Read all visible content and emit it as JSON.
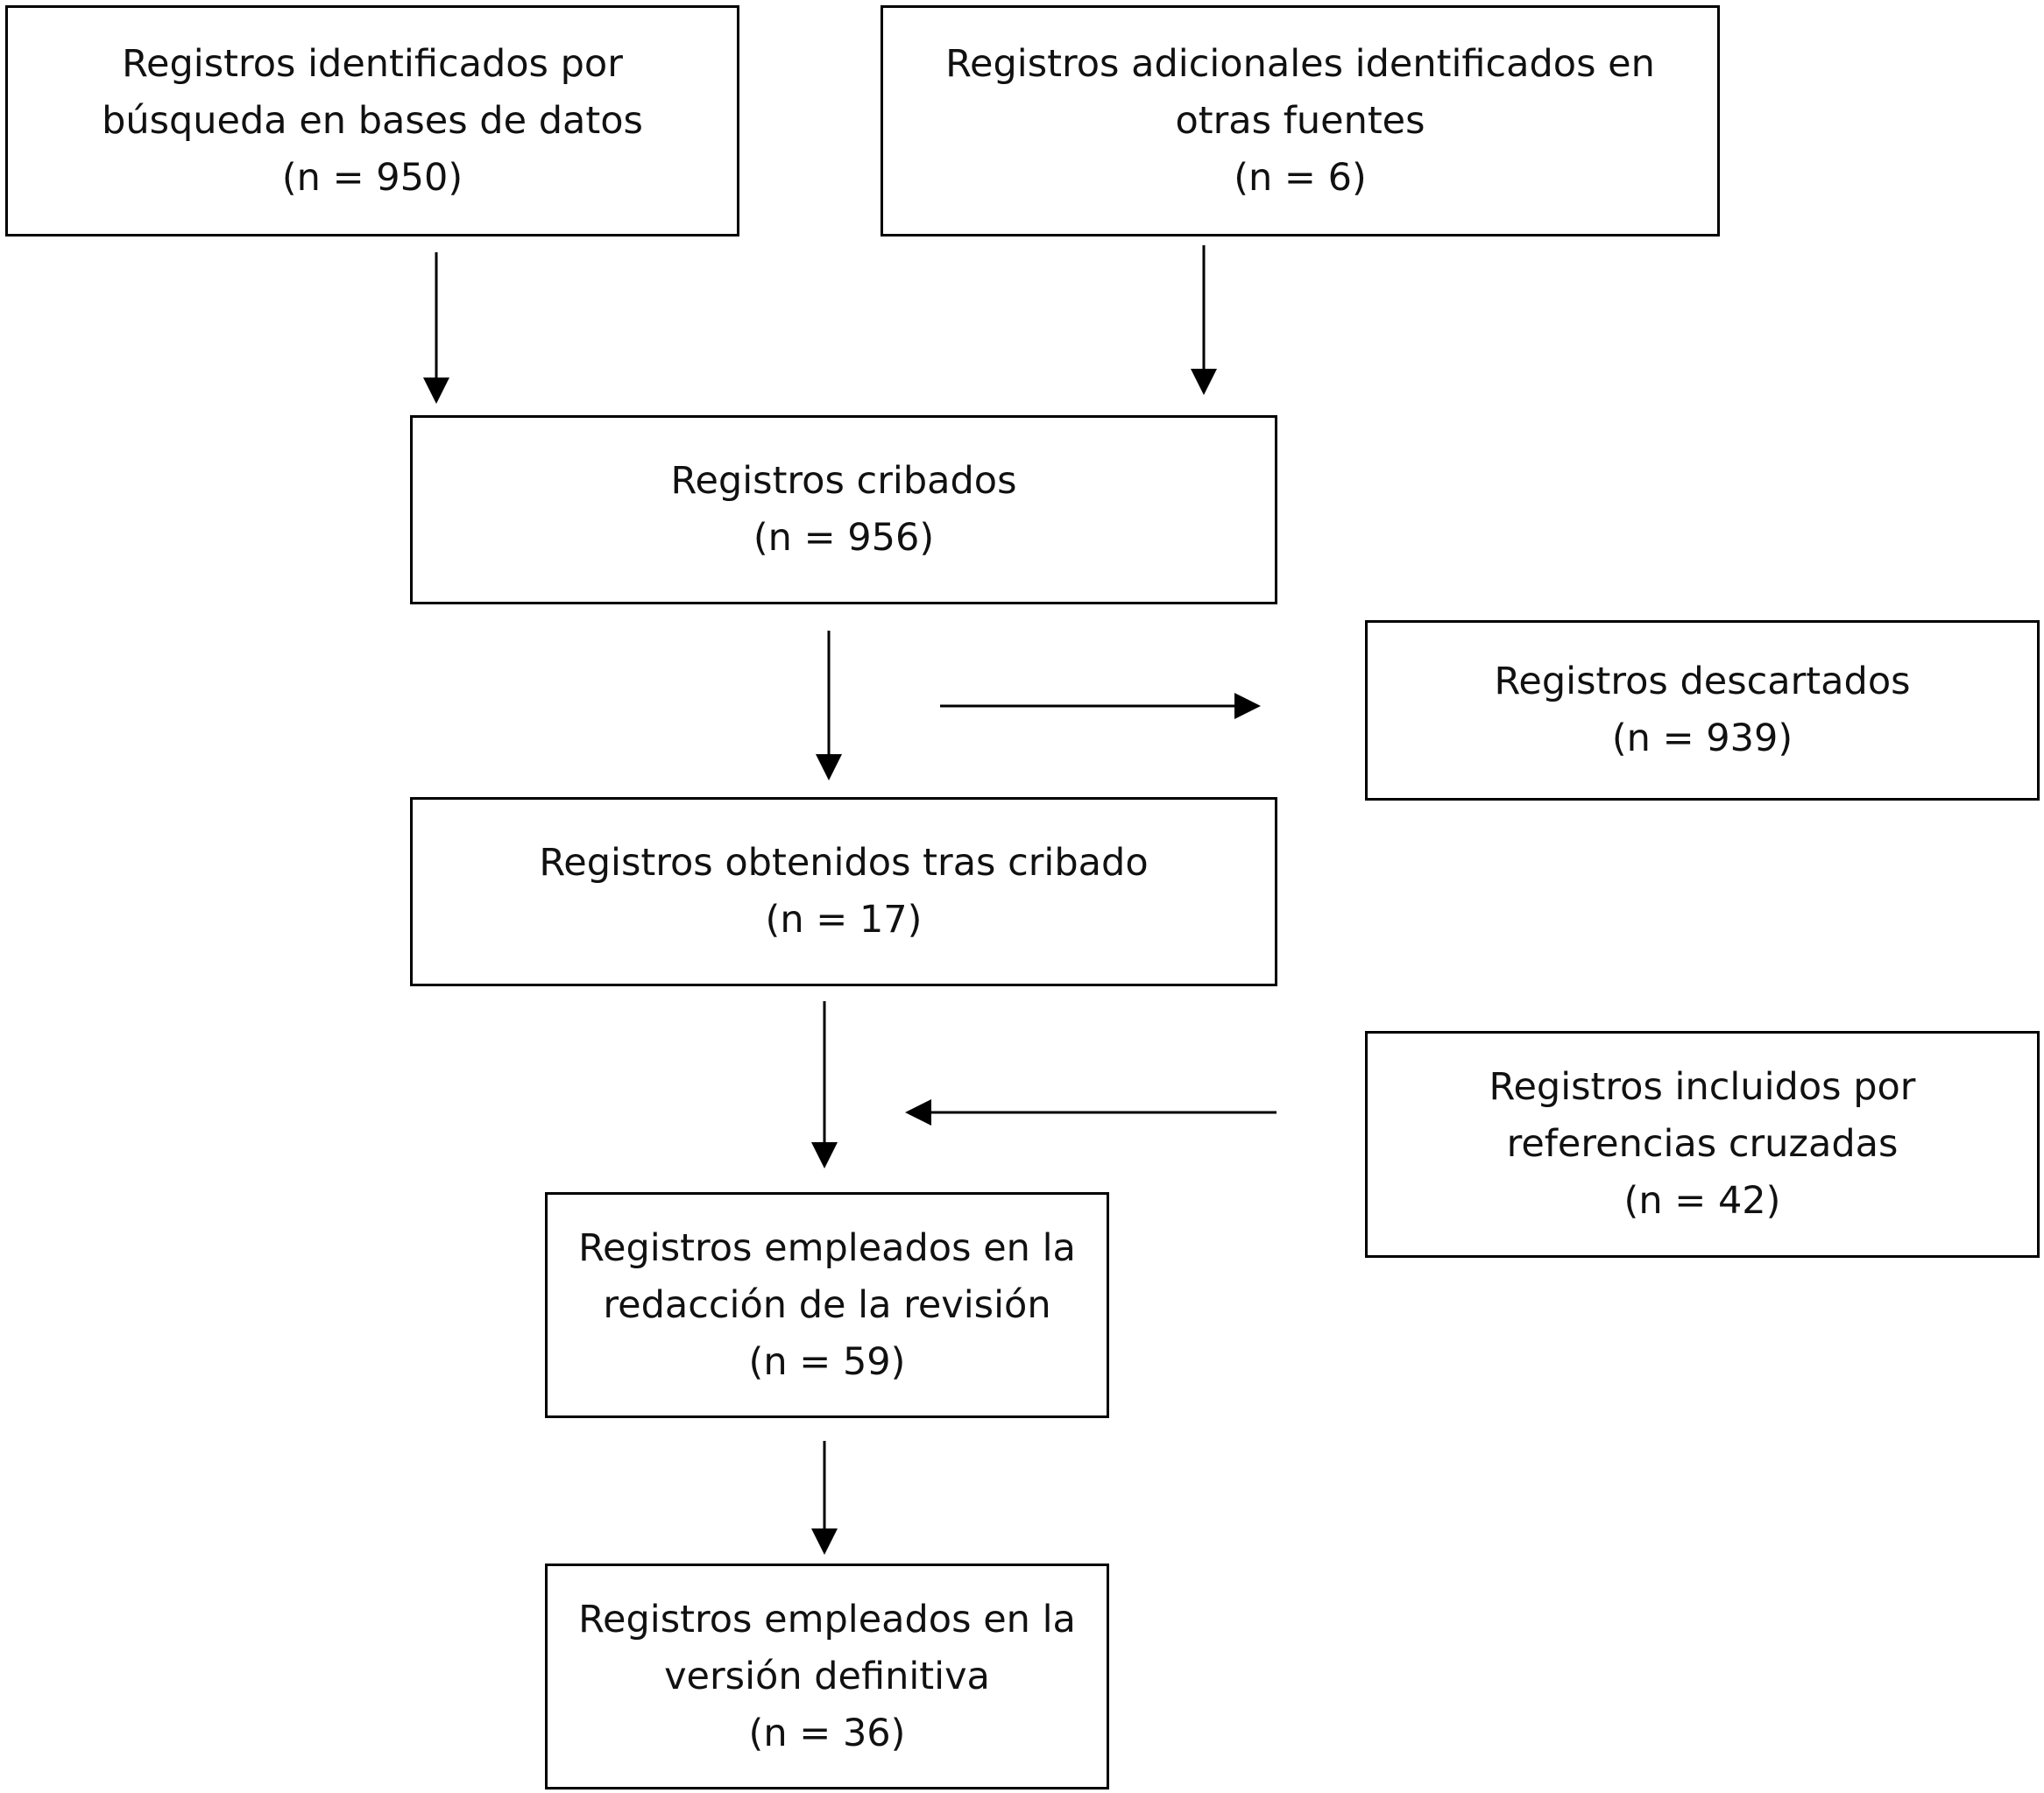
{
  "boxes": {
    "database_records": {
      "lines": [
        "Registros identificados por",
        "búsqueda en bases de datos",
        "(n = 950)"
      ]
    },
    "other_sources": {
      "lines": [
        "Registros adicionales identificados en",
        "otras fuentes",
        "(n = 6)"
      ]
    },
    "screened": {
      "lines": [
        "Registros cribados",
        "(n = 956)"
      ]
    },
    "discarded": {
      "lines": [
        "Registros descartados",
        "(n = 939)"
      ]
    },
    "after_screening": {
      "lines": [
        "Registros obtenidos tras cribado",
        "(n = 17)"
      ]
    },
    "cross_references": {
      "lines": [
        "Registros incluidos por",
        "referencias cruzadas",
        "(n = 42)"
      ]
    },
    "review_drafting": {
      "lines": [
        "Registros empleados en la",
        "redacción de la revisión",
        "(n = 59)"
      ]
    },
    "final_version": {
      "lines": [
        "Registros empleados en la",
        "versión definitiva",
        "(n = 36)"
      ]
    }
  },
  "edges": [
    {
      "from": "database_records",
      "to": "screened"
    },
    {
      "from": "other_sources",
      "to": "screened"
    },
    {
      "from": "screened",
      "to": "after_screening"
    },
    {
      "from": "screened",
      "to": "discarded"
    },
    {
      "from": "after_screening",
      "to": "review_drafting"
    },
    {
      "from": "cross_references",
      "to": "review_drafting"
    },
    {
      "from": "review_drafting",
      "to": "final_version"
    }
  ]
}
